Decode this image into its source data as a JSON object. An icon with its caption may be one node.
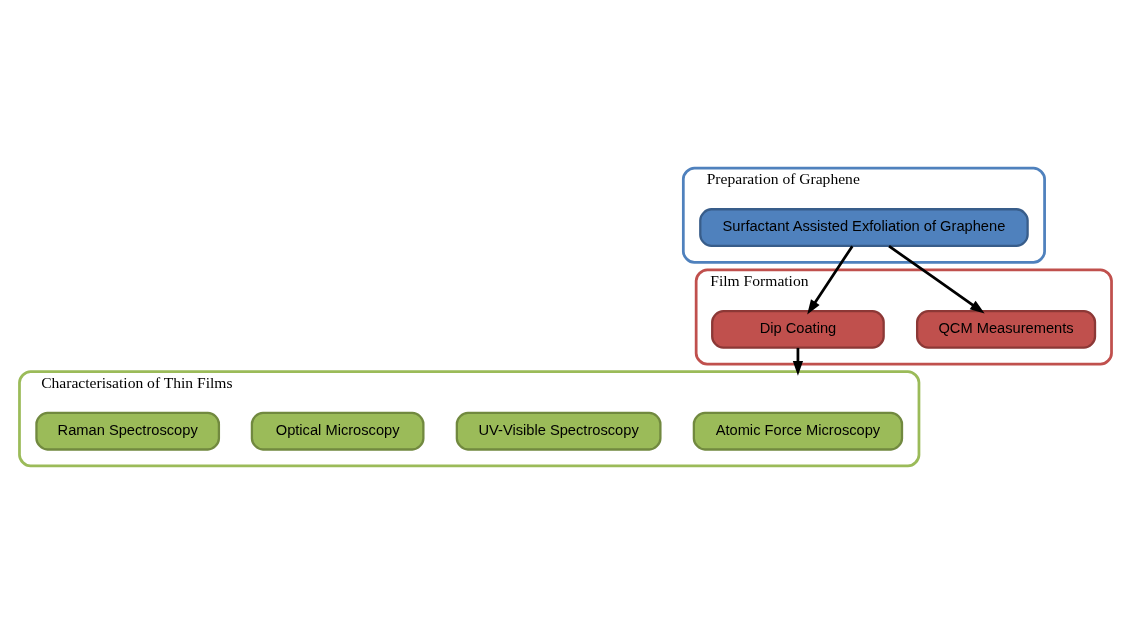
{
  "diagram": {
    "nodes": [
      {
        "text": [
          "Preparation of Graphene"
        ]
      },
      {
        "text": [
          "Surfactant Assisted Exfoliation of Graphene"
        ],
        "in": 0
      },
      {
        "text": [
          "Film Formation"
        ]
      },
      {
        "text": [
          "QCM Measurements"
        ],
        "in": 2
      },
      {
        "text": [
          "Dip Coating"
        ],
        "in": 2
      },
      {
        "text": [
          "Characterisation of Thin Films"
        ]
      },
      {
        "text": [
          "Atomic Force Microscopy"
        ],
        "in": 5
      },
      {
        "text": [
          "UV-Visible Spectroscopy"
        ],
        "in": 5
      },
      {
        "text": [
          "Optical Microscopy"
        ],
        "in": 5
      },
      {
        "text": [
          "Raman Spectroscopy"
        ],
        "in": 5
      }
    ],
    "edges": [
      {
        "from": 1,
        "to": 3,
        "arrow": "to"
      },
      {
        "from": 1,
        "to": 4,
        "arrow": "to"
      },
      {
        "from": 4,
        "to": 5,
        "arrow": "to"
      }
    ]
  }
}
